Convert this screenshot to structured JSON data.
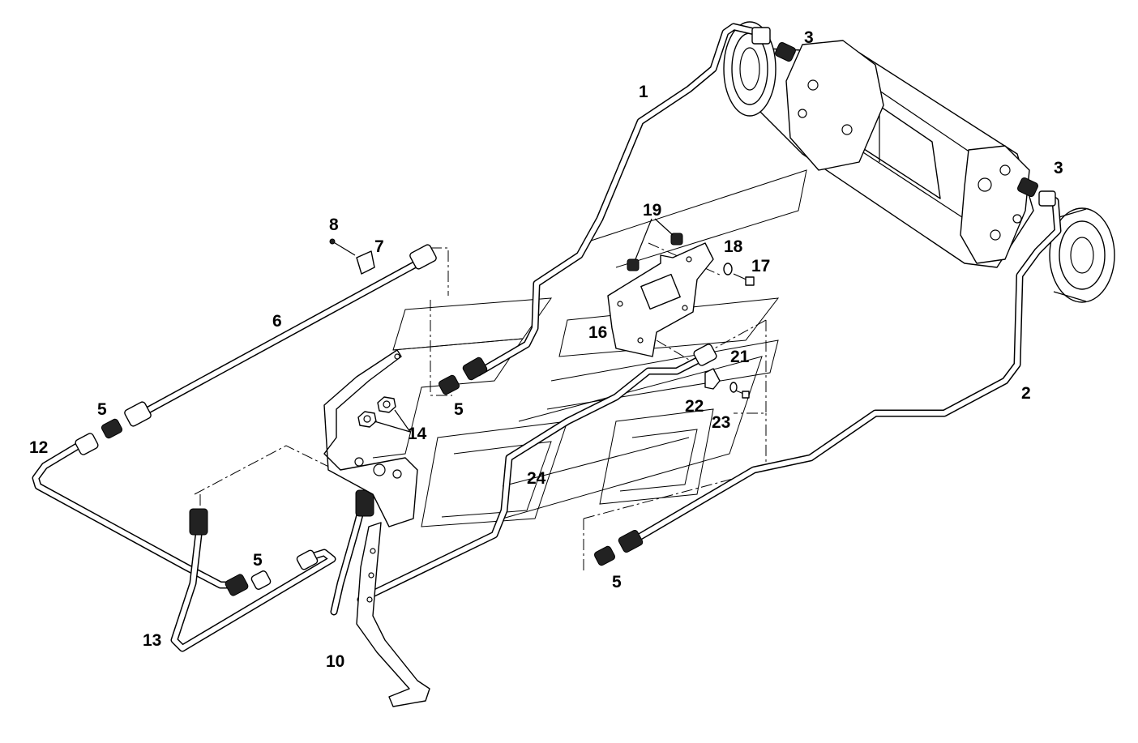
{
  "callouts": {
    "c1": "1",
    "c2": "2",
    "c3a": "3",
    "c3b": "3",
    "c5a": "5",
    "c5b": "5",
    "c5c": "5",
    "c5d": "5",
    "c6": "6",
    "c7": "7",
    "c8": "8",
    "c10": "10",
    "c12": "12",
    "c13": "13",
    "c14": "14",
    "c16": "16",
    "c17": "17",
    "c18": "18",
    "c19": "19",
    "c21": "21",
    "c22": "22",
    "c23": "23",
    "c24": "24"
  }
}
